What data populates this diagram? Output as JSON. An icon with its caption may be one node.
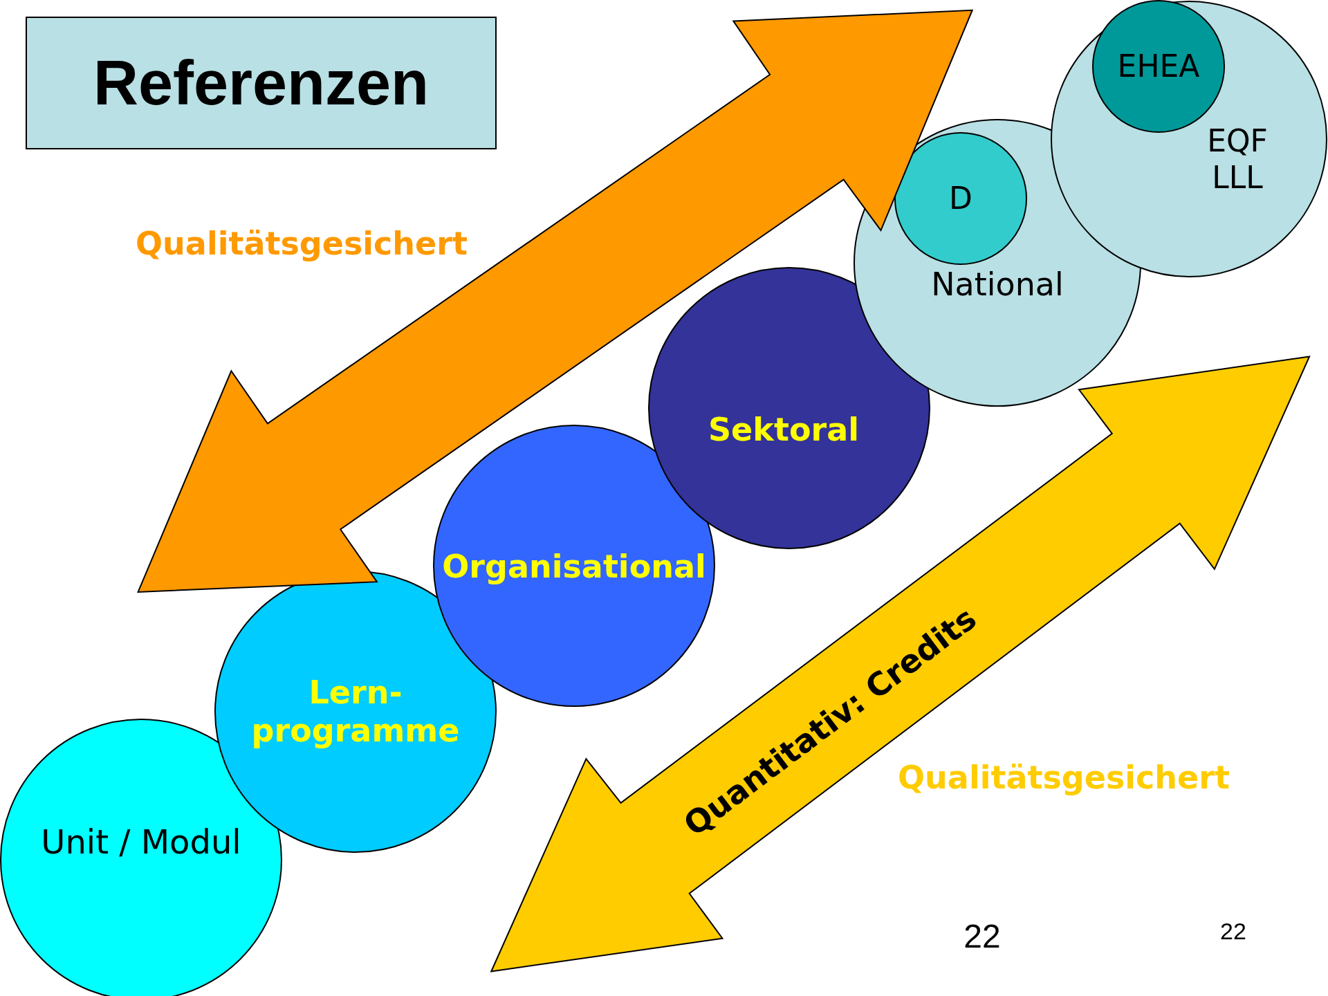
{
  "diagram": {
    "title": "Referenzen",
    "nodes": [
      {
        "text": [
          "Unit / Modul"
        ]
      },
      {
        "text": [
          "Lern- programme"
        ]
      },
      {
        "text": [
          "Organisational"
        ]
      },
      {
        "text": [
          "Sektoral"
        ]
      },
      {
        "text": [
          "National"
        ]
      },
      {
        "text": [
          "D"
        ],
        "in": 4
      },
      {
        "text": [
          "EQF LLL"
        ]
      },
      {
        "text": [
          "EHEA"
        ],
        "in": 6
      }
    ],
    "labels": [
      "Qualitätsgesichert",
      "Quantitativ: Credits",
      "Qualitätsgesichert",
      "22",
      "22"
    ]
  }
}
